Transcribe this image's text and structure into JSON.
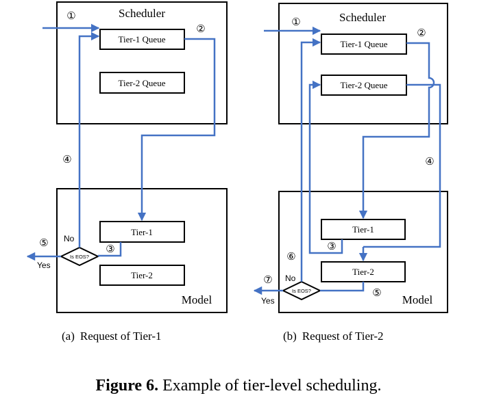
{
  "diagram_a": {
    "scheduler_label": "Scheduler",
    "model_label": "Model",
    "tier1_queue": "Tier-1 Queue",
    "tier2_queue": "Tier-2 Queue",
    "tier1": "Tier-1",
    "tier2": "Tier-2",
    "decision": "Is EOS?",
    "no_label": "No",
    "yes_label": "Yes",
    "steps": [
      "①",
      "②",
      "③",
      "④",
      "⑤"
    ],
    "subcaption_tag": "(a)",
    "subcaption_text": "Request of Tier-1"
  },
  "diagram_b": {
    "scheduler_label": "Scheduler",
    "model_label": "Model",
    "tier1_queue": "Tier-1 Queue",
    "tier2_queue": "Tier-2 Queue",
    "tier1": "Tier-1",
    "tier2": "Tier-2",
    "decision": "Is EOS?",
    "no_label": "No",
    "yes_label": "Yes",
    "steps": [
      "①",
      "②",
      "③",
      "④",
      "⑤",
      "⑥",
      "⑦"
    ],
    "subcaption_tag": "(b)",
    "subcaption_text": "Request of Tier-2"
  },
  "caption": {
    "label": "Figure 6.",
    "text": " Example of tier-level scheduling."
  },
  "colors": {
    "flow_line": "#4472C4",
    "box_stroke": "#000000"
  }
}
